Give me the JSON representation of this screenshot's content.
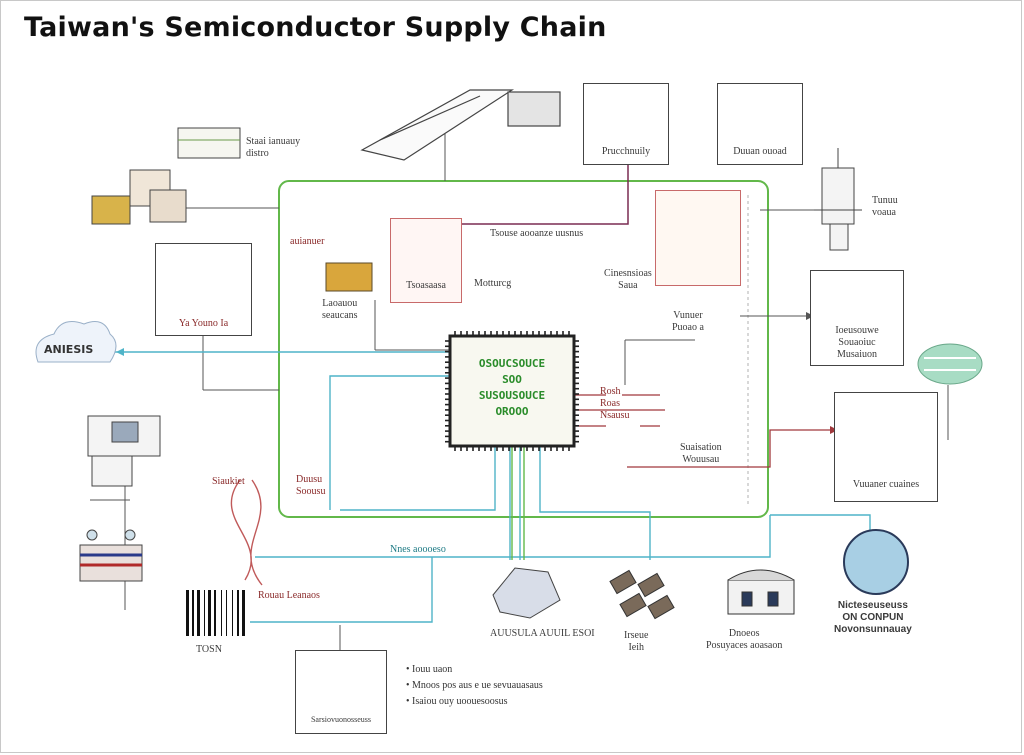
{
  "title": "Taiwan's Semiconductor Supply Chain",
  "labels": {
    "top_left_caption": "Staai ianuauy\ndistro",
    "top_box_1": "Prucchnuily",
    "top_box_2": "Duuan ouoad",
    "top_right_side": "Tunuu\nvoaua",
    "mid_green_top": "auianuer",
    "process_line": "Tsouse aooanze uusnus",
    "inner_photo_caption": "Tsoasaasa",
    "monitoring": "Motturcg",
    "right_inner": "Cinesnsioas\nSaua",
    "left_crate": "Laoauou\nseaucans",
    "left_card": "Ya Youno Ia",
    "chip": "OSOUCSOUCE\nSOO\nSUSOUSOUCE\nOROOO",
    "right_mid": "Vunuer\nPuoao a",
    "right_machine": "Ioeusouwe\nSouaoiuc\nMusaiuon",
    "red_pins": "Rosh\nRoas\nNsausu",
    "distribution": "Suaisation\nWouusau",
    "tail_box": "Vuuaner cuaines",
    "left_stack": "Siaukiet",
    "mid_green_left": "Duusu\nSoousu",
    "teal_bus": "Nnes aoooeso",
    "barcode_caption": "TOSN",
    "barcode_side": "Rouau Leanaos",
    "crystal": "AUUSULA AUUIL ESOI",
    "wafers": "Irseue\nIeih",
    "factory": "Dnoeos\nPosuyaces aoasaon",
    "globe": "Nicteseuseuss\nON CONPUN\nNovonsunnauay",
    "bottom_box": "Sarsiovuonosseuss"
  },
  "cloud": "ANIESIS",
  "notes": [
    "Iouu uaon",
    "Mnoos pos aus e ue sevuauasaus",
    "Isaiou ouy uoouesoosus"
  ],
  "colors": {
    "green": "#62b84a",
    "teal": "#4fb4c8",
    "maroon": "#7a2c52",
    "red": "#a0383c",
    "line": "#555555"
  }
}
